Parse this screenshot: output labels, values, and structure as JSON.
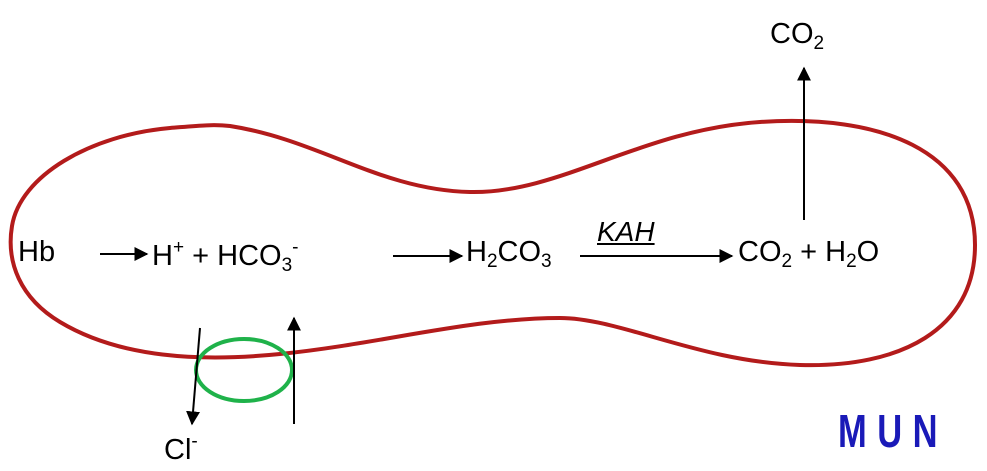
{
  "diagram": {
    "equation": {
      "hb": "Hb",
      "h": "H",
      "h_charge": "+",
      "plus1": "+",
      "hco3_base": "HCO",
      "hco3_sub": "3",
      "hco3_charge": "-",
      "h2co3_h": "H",
      "h2co3_sub1": "2",
      "h2co3_co": "CO",
      "h2co3_sub2": "3",
      "enzyme": "KAH",
      "co2_base": "CO",
      "co2_sub": "2",
      "plus2": "+",
      "h2o_h": "H",
      "h2o_sub": "2",
      "h2o_o": "O"
    },
    "top_co2": {
      "base": "CO",
      "sub": "2"
    },
    "chloride": {
      "base": "Cl",
      "charge": "-"
    },
    "brand_text": "MUN",
    "colors": {
      "cell_membrane": "#b31b1b",
      "transporter": "#1fb24a",
      "brand": "#1a1ab8",
      "ink": "#000000"
    }
  }
}
